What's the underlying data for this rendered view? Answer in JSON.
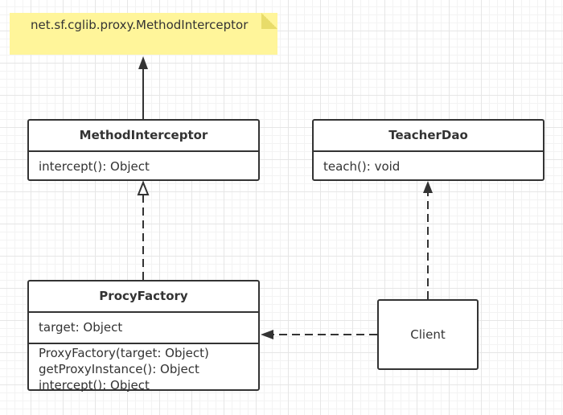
{
  "note": {
    "text": "net.sf.cglib.proxy.MethodInterceptor",
    "fill_color": "#fff59a"
  },
  "classes": {
    "method_interceptor": {
      "name": "MethodInterceptor",
      "operations": [
        "intercept(): Object"
      ]
    },
    "teacher_dao": {
      "name": "TeacherDao",
      "operations": [
        "teach(): void"
      ]
    },
    "procy_factory": {
      "name": "ProcyFactory",
      "attributes": [
        "target: Object"
      ],
      "operations": [
        "ProxyFactory(target: Object)",
        "getProxyInstance(): Object",
        "intercept(): Object"
      ]
    }
  },
  "client": {
    "label": "Client"
  },
  "connectors": [
    {
      "from": "method_interceptor",
      "to": "note",
      "style": "solid",
      "arrow": "filled"
    },
    {
      "from": "procy_factory",
      "to": "method_interceptor",
      "style": "dashed",
      "arrow": "hollow-triangle"
    },
    {
      "from": "client",
      "to": "teacher_dao",
      "style": "dashed",
      "arrow": "filled"
    },
    {
      "from": "client",
      "to": "procy_factory",
      "style": "dashed",
      "arrow": "filled"
    }
  ],
  "colors": {
    "stroke": "#333333",
    "grid": "#e6e6e6",
    "background": "#ffffff"
  }
}
